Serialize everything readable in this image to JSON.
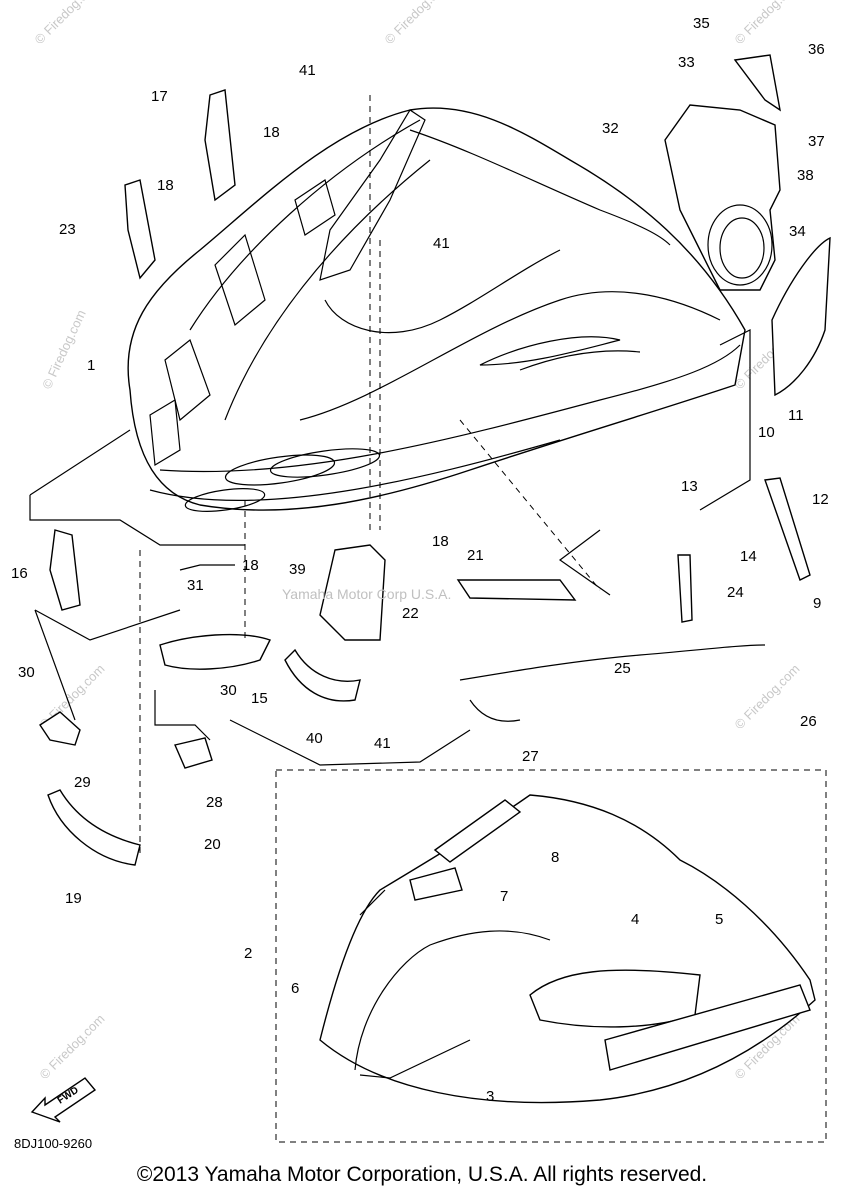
{
  "diagram": {
    "code": "8DJ100-9260",
    "copyright": "©2013 Yamaha Motor Corporation, U.S.A. All rights reserved.",
    "center_watermark": "Yamaha Motor Corp U.S.A.",
    "watermark": "© Firedog.com",
    "fwd_label": "FWD",
    "callouts": [
      "1",
      "2",
      "3",
      "4",
      "5",
      "6",
      "7",
      "8",
      "9",
      "10",
      "11",
      "12",
      "13",
      "14",
      "15",
      "16",
      "17",
      "18",
      "18",
      "18",
      "18",
      "19",
      "20",
      "21",
      "22",
      "23",
      "24",
      "25",
      "26",
      "27",
      "28",
      "29",
      "30",
      "30",
      "31",
      "32",
      "33",
      "34",
      "35",
      "36",
      "37",
      "38",
      "39",
      "40",
      "41",
      "41",
      "41"
    ]
  }
}
